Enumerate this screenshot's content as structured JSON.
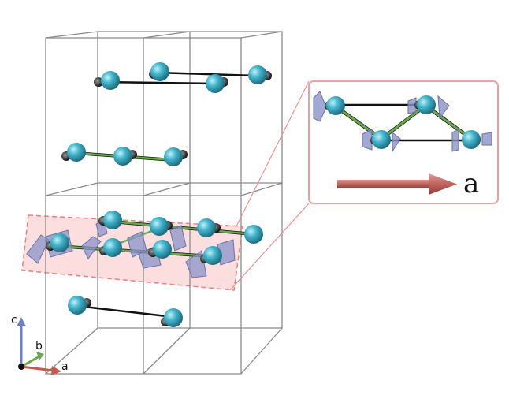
{
  "axes": {
    "a_label": "a",
    "b_label": "b",
    "c_label": "c",
    "a_color": "#c55a50",
    "b_color": "#6aa84f",
    "c_color": "#6f7fbf"
  },
  "inset": {
    "direction_label": "a",
    "arrow_color": "#c0625c",
    "border_color": "#f0a0a0"
  },
  "colors": {
    "atom": "#3fb0c8",
    "cell_edge": "#888888",
    "green_bond": "#6aa84f",
    "black_bond": "#111111",
    "highlight_fill": "#fbd3d3",
    "highlight_stroke": "#ef7f7f",
    "wedge": "#8a93c8"
  }
}
